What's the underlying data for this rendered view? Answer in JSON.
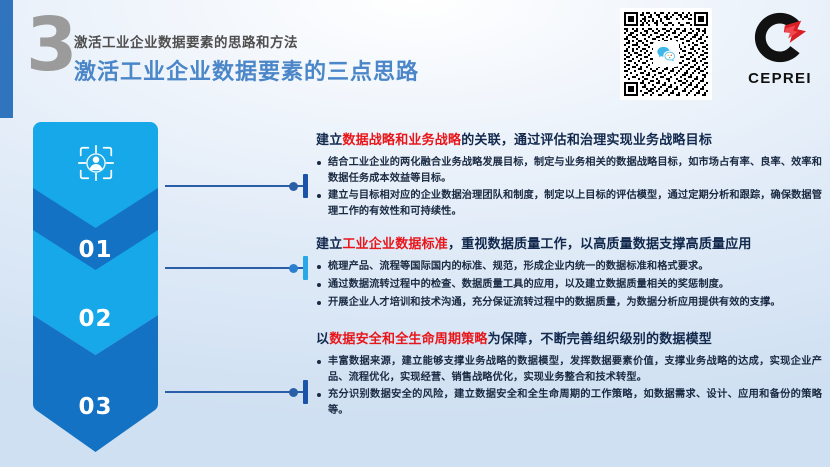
{
  "meta": {
    "edge_bar_color": "#2f74bd",
    "dark_blue": "#1372c4",
    "light_blue": "#16a8e8",
    "accent_red": "#e8161a",
    "heading_navy": "#12294d",
    "title_blue": "#4a86c8",
    "number_gray": "#9b9b9b"
  },
  "header": {
    "section_number": "3",
    "subtitle": "激活工业企业数据要素的思路和方法",
    "title": "激活工业企业数据要素的三点思路"
  },
  "branding": {
    "qr_code_name": "wechat-qr-code",
    "qr_center_icon": "wechat-chat-icon",
    "logo_name": "ceprei-logo",
    "logo_text": "CEPREI"
  },
  "steps": [
    {
      "number": "01",
      "color": "#1372c4",
      "icon": "person-focus-target-icon"
    },
    {
      "number": "02",
      "color": "#16a8e8",
      "icon": ""
    },
    {
      "number": "03",
      "color": "#1372c4",
      "icon": ""
    }
  ],
  "sections": [
    {
      "heading_parts": [
        {
          "text": "建立",
          "highlight": false
        },
        {
          "text": "数据战略和业务战略",
          "highlight": true
        },
        {
          "text": "的关联，通过评估和治理实现业务战略目标",
          "highlight": false
        }
      ],
      "bullets": [
        "结合工业企业的两化融合业务战略发展目标，制定与业务相关的数据战略目标，如市场占有率、良率、效率和数据任务成本效益等目标。",
        "建立与目标相对应的企业数据治理团队和制度，制定以上目标的评估模型，通过定期分析和跟踪，确保数据管理工作的有效性和可持续性。"
      ]
    },
    {
      "heading_parts": [
        {
          "text": "建立",
          "highlight": false
        },
        {
          "text": "工业企业数据标准",
          "highlight": true
        },
        {
          "text": "，重视数据质量工作，以高质量数据支撑高质量应用",
          "highlight": false
        }
      ],
      "bullets": [
        "梳理产品、流程等国际国内的标准、规范，形成企业内统一的数据标准和格式要求。",
        "通过数据流转过程中的检查、数据质量工具的应用，以及建立数据质量相关的奖惩制度。",
        "开展企业人才培训和技术沟通，充分保证流转过程中的数据质量，为数据分析应用提供有效的支撑。"
      ]
    },
    {
      "heading_parts": [
        {
          "text": "以",
          "highlight": false
        },
        {
          "text": "数据安全和全生命周期策略",
          "highlight": true
        },
        {
          "text": "为保障，不断完善组织级别的数据模型",
          "highlight": false
        }
      ],
      "bullets": [
        "丰富数据来源，建立能够支撑业务战略的数据模型，发挥数据要素价值，支撑业务战略的达成，实现企业产品、流程优化，实现经营、销售战略优化，实现业务整合和技术转型。",
        "充分识别数据安全的风险，建立数据安全和全生命周期的工作策略，如数据需求、设计、应用和备份的策略等。"
      ]
    }
  ]
}
